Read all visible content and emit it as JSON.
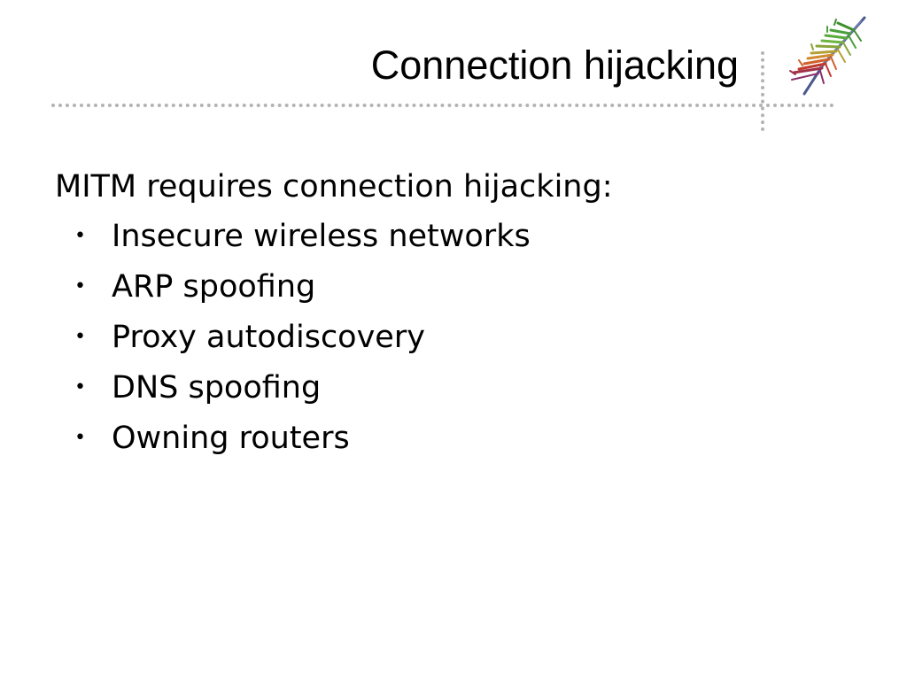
{
  "slide": {
    "title": "Connection hijacking",
    "logo_icon": "fern-logo-icon",
    "rule_color": "#b3b3b3"
  },
  "content": {
    "intro": "MITM requires connection hijacking:",
    "bullet_glyph": "•",
    "bullets": [
      "Insecure wireless networks",
      "ARP spoofing",
      "Proxy autodiscovery",
      "DNS spoofing",
      "Owning routers"
    ]
  }
}
